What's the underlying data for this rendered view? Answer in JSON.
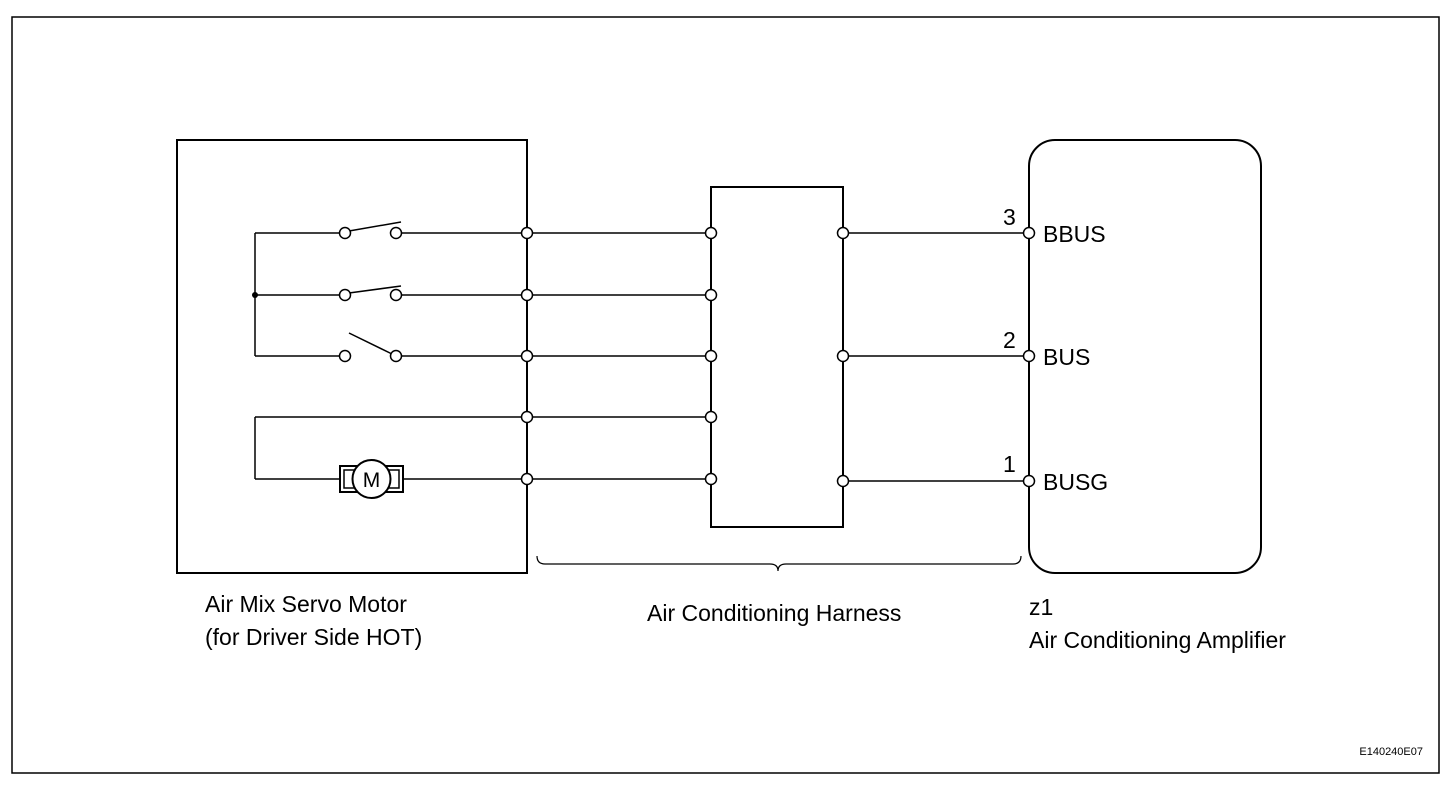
{
  "components": {
    "servo_motor": {
      "name_line1": "Air Mix Servo Motor",
      "name_line2": "(for Driver Side HOT)",
      "motor_symbol": "M"
    },
    "harness": {
      "name": "Air Conditioning Harness"
    },
    "amplifier": {
      "connector": "z1",
      "name": "Air Conditioning Amplifier",
      "pins": [
        {
          "number": "3",
          "name": "BBUS"
        },
        {
          "number": "2",
          "name": "BUS"
        },
        {
          "number": "1",
          "name": "BUSG"
        }
      ]
    }
  },
  "figure_code": "E140240E07"
}
